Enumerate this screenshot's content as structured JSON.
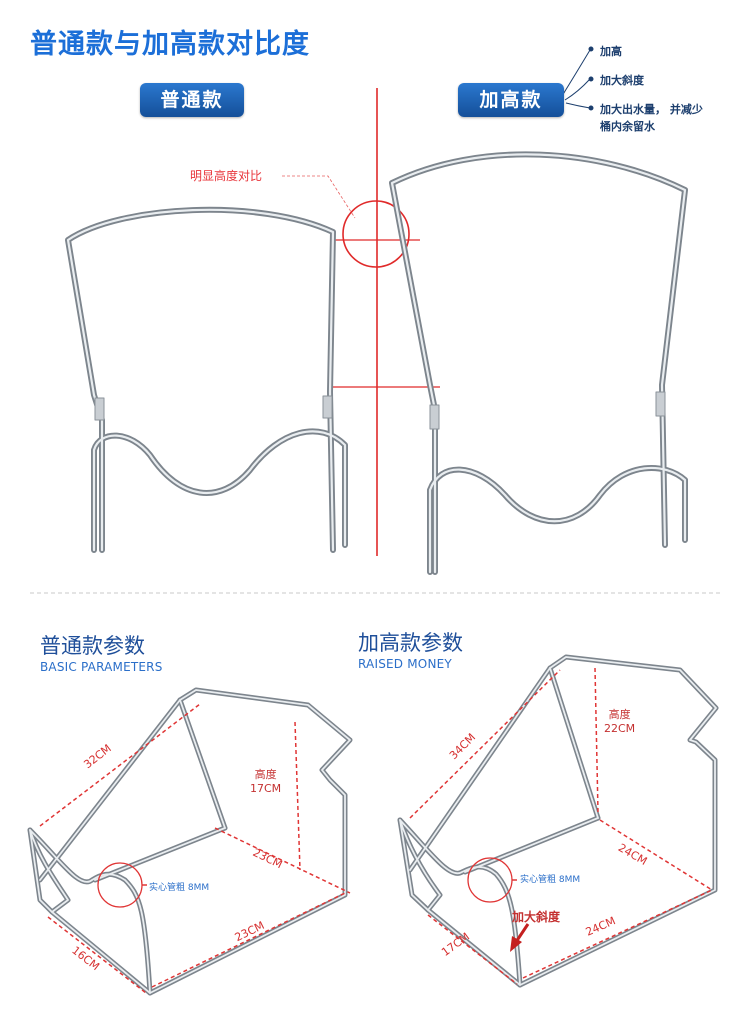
{
  "header": {
    "title": "普通款与加高款对比度",
    "left_label": "普通款",
    "right_label": "加高款"
  },
  "features": [
    "加高",
    "加大斜度",
    "加大出水量， 并减少",
    "桶内余留水"
  ],
  "comparison_note": "明显高度对比",
  "basic": {
    "title": "普通款参数",
    "subtitle": "BASIC PARAMETERS",
    "dim_length": "32CM",
    "dim_height_label": "高度",
    "dim_height": "17CM",
    "dim_depth": "23CM",
    "dim_width": "23CM",
    "dim_small": "16CM",
    "tube_note": "实心管粗 8MM"
  },
  "raised": {
    "title": "加高款参数",
    "subtitle": "RAISED MONEY",
    "dim_length": "34CM",
    "dim_height_label": "高度",
    "dim_height": "22CM",
    "dim_depth": "24CM",
    "dim_width": "24CM",
    "dim_small": "17CM",
    "tube_note": "实心管粗 8MM",
    "slope_note": "加大斜度"
  },
  "colors": {
    "accent_blue": "#1c6fd8",
    "dimension_red": "#e03535",
    "steel": "#9aa2aa"
  }
}
